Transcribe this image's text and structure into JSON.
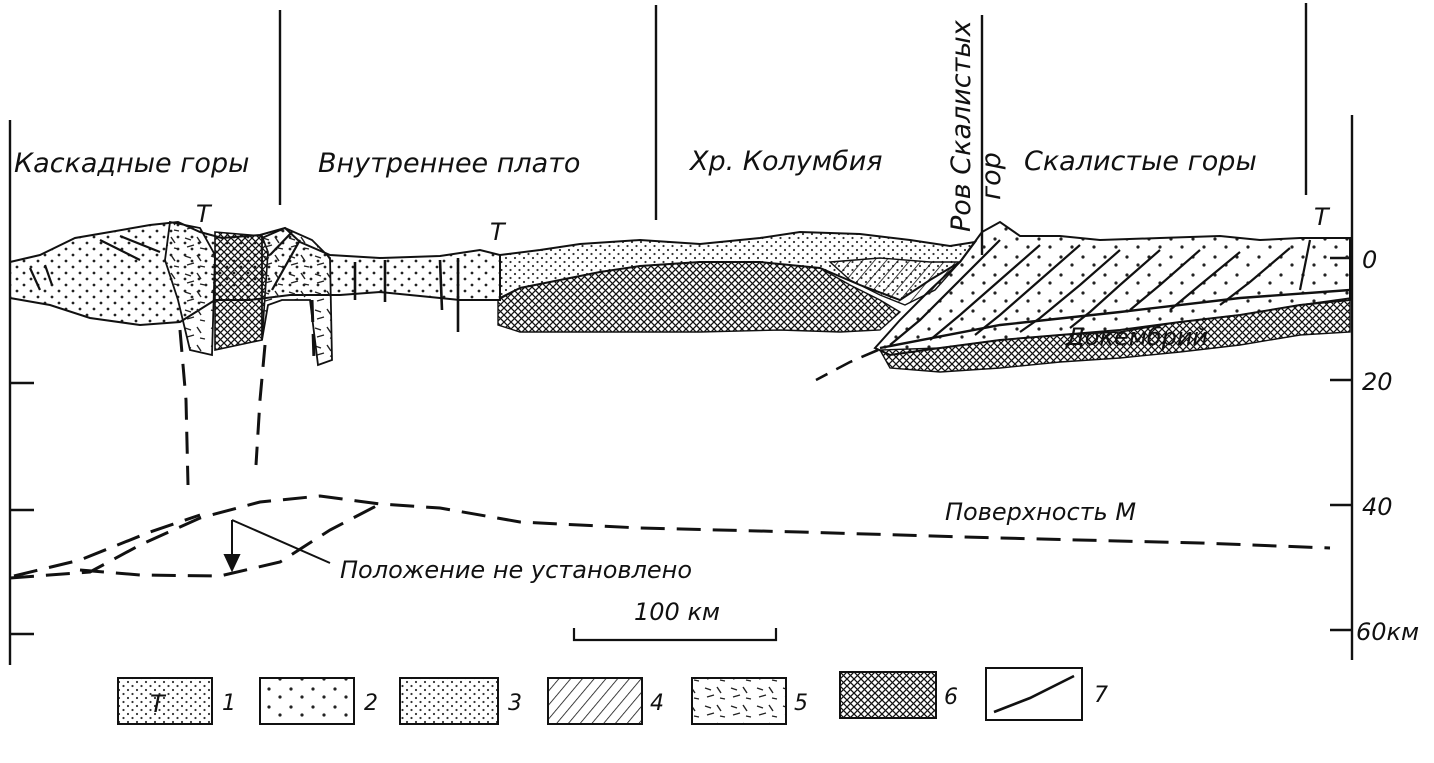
{
  "regions": [
    {
      "id": "cascade",
      "label": "Каскадные горы"
    },
    {
      "id": "plateau",
      "label": "Внутреннее плато"
    },
    {
      "id": "columbia",
      "label": "Хр. Колумбия"
    },
    {
      "id": "trench_line1",
      "label": "Ров Скалистых"
    },
    {
      "id": "trench_line2",
      "label": "гор"
    },
    {
      "id": "rocky",
      "label": "Скалистые горы"
    }
  ],
  "depth_axis": {
    "ticks": [
      "0",
      "20",
      "40",
      "60км"
    ]
  },
  "annotations": {
    "t_marks": [
      "T",
      "T",
      "T"
    ],
    "precambrian": "Докембрий",
    "moho": "Поверхность М",
    "uncertain": "Положение не установлено",
    "scale": "100 км"
  },
  "legend": [
    {
      "num": "1",
      "pattern": "dots-t",
      "glyph": "T"
    },
    {
      "num": "2",
      "pattern": "dots-sparse"
    },
    {
      "num": "3",
      "pattern": "dots-dense"
    },
    {
      "num": "4",
      "pattern": "hatch"
    },
    {
      "num": "5",
      "pattern": "dashes"
    },
    {
      "num": "6",
      "pattern": "crosshatch"
    },
    {
      "num": "7",
      "pattern": "line"
    }
  ]
}
